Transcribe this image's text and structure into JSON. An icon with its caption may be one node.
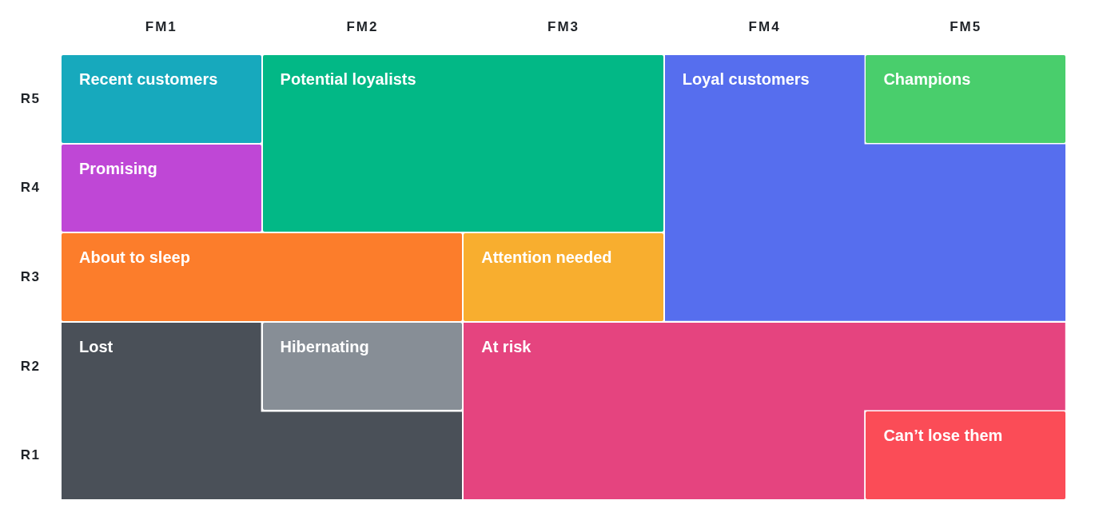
{
  "diagram": {
    "nodes": [
      {
        "text": [
          "Recent customers"
        ]
      },
      {
        "text": [
          "Potential loyalists"
        ]
      },
      {
        "text": [
          "Loyal customers"
        ]
      },
      {
        "text": [
          "Champions"
        ]
      },
      {
        "text": [
          "Promising"
        ]
      },
      {
        "text": [
          "About to sleep"
        ]
      },
      {
        "text": [
          "Attention needed"
        ]
      },
      {
        "text": [
          "Lost"
        ]
      },
      {
        "text": [
          "Hibernating"
        ]
      },
      {
        "text": [
          "At risk"
        ]
      },
      {
        "text": [
          "Can’t lose them"
        ]
      }
    ],
    "labels": [
      "FM1",
      "FM2",
      "FM3",
      "FM4",
      "FM5",
      "R5",
      "R4",
      "R3",
      "R2",
      "R1"
    ]
  }
}
